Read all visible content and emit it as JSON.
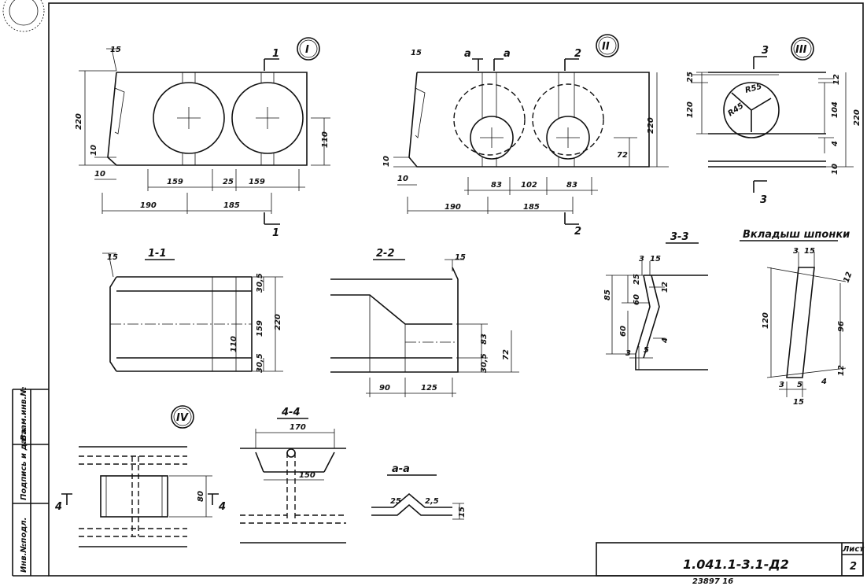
{
  "views": {
    "I": {
      "roman": "I",
      "cut": "1",
      "dims": {
        "d15": "15",
        "h220": "220",
        "d10a": "10",
        "d10b": "10",
        "w159a": "159",
        "w25": "25",
        "w159b": "159",
        "w190": "190",
        "w185": "185",
        "h110": "110"
      }
    },
    "II": {
      "roman": "II",
      "cut_a": "a",
      "cut_2": "2",
      "dims": {
        "d15": "15",
        "d10a": "10",
        "d10b": "10",
        "w83a": "83",
        "w102": "102",
        "w83b": "83",
        "w190": "190",
        "w185": "185",
        "h72": "72",
        "h220": "220"
      }
    },
    "III": {
      "roman": "III",
      "cut": "3",
      "dims": {
        "d25": "25",
        "h120": "120",
        "r55": "R55",
        "r45": "R45",
        "d12": "12",
        "d104": "104",
        "d4": "4",
        "d10": "10",
        "h220": "220"
      }
    },
    "IV": {
      "roman": "IV",
      "cut": "4",
      "dims": {
        "d80": "80"
      }
    }
  },
  "sections": {
    "s11": {
      "title": "1-1",
      "dims": {
        "d15": "15",
        "d30a": "30,5",
        "d159": "159",
        "d110": "110",
        "d30b": "30,5",
        "h220": "220"
      }
    },
    "s22": {
      "title": "2-2",
      "dims": {
        "d15": "15",
        "d83": "83",
        "d305": "30,5",
        "d72": "72",
        "w90": "90",
        "w125": "125"
      }
    },
    "s33": {
      "title": "3-3",
      "dims": {
        "d3": "3",
        "d15": "15",
        "d85": "85",
        "d25": "25",
        "d60a": "60",
        "d12": "12",
        "d60b": "60",
        "d4": "4",
        "d3b": "3",
        "d5": "5"
      }
    },
    "insert": {
      "title": "Вкладыш шпонки",
      "dims": {
        "d3": "3",
        "d15": "15",
        "d12a": "12",
        "d120": "120",
        "d96": "96",
        "d12b": "12",
        "d4": "4",
        "d3b": "3",
        "d5": "5",
        "d15b": "15"
      }
    },
    "s44": {
      "title": "4-4",
      "dims": {
        "d170": "170",
        "d150": "150"
      }
    },
    "saa": {
      "title": "а-а",
      "dims": {
        "d25a": "25",
        "d25b": "2,5",
        "d15": "15"
      }
    }
  },
  "side_table": {
    "col1": "Инв.№подл.",
    "col2": "Подпись и дата",
    "col3": "Взам.инв.№"
  },
  "title_block": {
    "code": "1.041.1-3.1-Д2",
    "sheet_label": "Лист",
    "sheet_no": "2",
    "footer": "23897 16"
  }
}
